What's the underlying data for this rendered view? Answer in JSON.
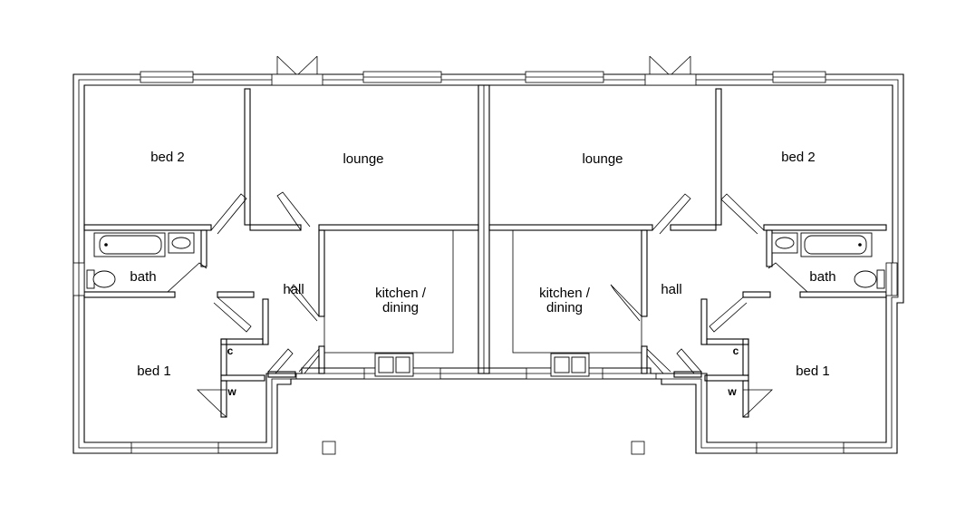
{
  "rooms": {
    "left": {
      "bed2": "bed 2",
      "lounge": "lounge",
      "bath": "bath",
      "hall": "hall",
      "kitchen_line1": "kitchen /",
      "kitchen_line2": "dining",
      "bed1": "bed 1",
      "cupboard": "c",
      "wardrobe": "w"
    },
    "right": {
      "bed2": "bed 2",
      "lounge": "lounge",
      "bath": "bath",
      "hall": "hall",
      "kitchen_line1": "kitchen /",
      "kitchen_line2": "dining",
      "bed1": "bed 1",
      "cupboard": "c",
      "wardrobe": "w"
    }
  }
}
